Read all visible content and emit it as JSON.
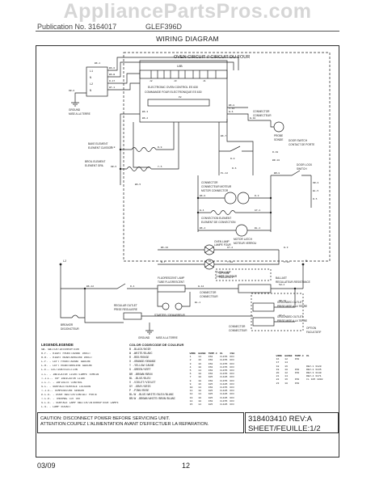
{
  "watermark": "AppliancePartsPros.com",
  "header": {
    "left": "Publication No. 3164017",
    "mid": "GLEF396D"
  },
  "page_title": "WIRING DIAGRAM",
  "oven_circuit_title": "OVEN CIRCUIT // CIRCUIT DU FOUR",
  "control": {
    "label": "UIB",
    "line1": "ELECTRONIC OVEN CONTROL ES 630",
    "line2": "COMMANDE FOUR ELECTRONIQUE ES 630",
    "p_labels": [
      "J2",
      "J3",
      "J1",
      "P2"
    ]
  },
  "terminals": [
    "L1",
    "N",
    "L2",
    "N",
    "L2",
    "N"
  ],
  "wire_labels": [
    "BK-1",
    "BK-6",
    "BK-B",
    "R-17",
    "WT-1",
    "OR-6",
    "BK-3",
    "BK-2",
    "BK-8",
    "W-6",
    "W-10",
    "R-9",
    "Y-5",
    "Y-8",
    "OR-5",
    "BK-5",
    "BK-7",
    "W-8",
    "R-6",
    "BK-9",
    "W-4",
    "GY-1",
    "R-3",
    "BK-4",
    "BL-1",
    "BK-10",
    "GY-2",
    "W-7",
    "Y-10",
    "W-3",
    "P-24",
    "BR-8",
    "OR-3",
    "BL-5",
    "R-5",
    "BR-10",
    "R-19",
    "BK-12",
    "R-4",
    "W-14",
    "V-14",
    "PL-12",
    "SH-4",
    "OR-16",
    "GY-4",
    "BL-1"
  ],
  "components": {
    "ground": [
      "GROUND",
      "MISE A LA TERRE"
    ],
    "bake": [
      "BAKE ELEMENT",
      "ELEMENT CUISSON"
    ],
    "broil": [
      "BROIL ELEMENT",
      "ELEMENT GRIL"
    ],
    "connector": [
      "CONNECTOR",
      "CONNECTEUR"
    ],
    "probe": [
      "PROBE",
      "SONDE"
    ],
    "door_switch": [
      "DOOR SWITCH",
      "CONTACT DE PORTE"
    ],
    "conv_motor": [
      "CONNECTOR",
      "CONNECTEUR MOTEUR",
      "MOTOR CONNECTOR"
    ],
    "conv_element": [
      "CONVECTION ELEMENT",
      "ELEMENT DE CONVECTION"
    ],
    "door_lock_switch": [
      "DOOR LOCK",
      "SWITCH"
    ],
    "motor_latch": [
      "MOTOR LATCH",
      "MOTEUR VERROU"
    ],
    "oven_lamp": [
      "OVEN LAMP",
      "LAMPE FOUR"
    ],
    "oven_lamp2": [
      "OVEN LAMP",
      "LAMPE DU FOUR"
    ],
    "fluor_lamp": [
      "FLUORESCENT LAMP",
      "TUBE FLUORESCENT"
    ],
    "ballast": [
      "BALLAST",
      "REGULATEUR-RESISTANCE"
    ],
    "option": [
      "OPTION",
      "FACULTATIF"
    ],
    "starter": [
      "STARTER / DEMARREUR"
    ],
    "regular_outlet": [
      "REGULAR OUTLET",
      "PRISE REGULIERE"
    ],
    "conn_connecteur": [
      "CONNECTOR",
      "CONNECTEUR"
    ],
    "breaker": [
      "BREAKER",
      "DISJONCTEUR"
    ],
    "bottom_ground": [
      "GROUND",
      "MISE A LA TERRE"
    ],
    "grounded_outlet": [
      "GROUNDED OUTLET",
      "PRISE MISE A LA TERRE"
    ],
    "grounded_outlet2": [
      "GROUNDED OUTLET",
      "PRISE MISE A LA TERRE"
    ],
    "option2": [
      "OPTION",
      "FACULTATIF"
    ],
    "conn_outlets": [
      "CONNECTOR",
      "CONNECTEUR"
    ]
  },
  "legend": {
    "title": "LEGEND/LEGENDE",
    "items": [
      "SW.  SWITCH/INTERRUPTEUR",
      "R.F. - RIGHT FRONT/AVANT DROIT",
      "R.R. - RIGHT REAR/ARRIERE DROIT",
      "L.F. - LEFT FRONT/AVANT GAUCHE",
      "L.R. - LEFT REAR/ARRIERE GAUCHE",
      "L.E.- LECTION/ELECTION",
      "I.L. - INDICATOR LIGHT/LAMPE TEMOIN",
      "T.I.L.- TOP INDICATOR LIGHT",
      "I.C.T. - INFINITE CONTROL",
      "S.C. - SURFACE/SURFACE CUISSON",
      "T.I.S.- TEMPERATURE SENSOR",
      "D.C.S. - DOOR SWITCH/CONTACT PORTE",
      "T.C.O. - THERMAL CUT OUT",
      "S.L.S. - SURFACE LAMP SWITCH/INTERRUPTEUR LAMPE",
      "L.S. - LAMP SOCKET"
    ]
  },
  "colors": {
    "title": "COLOR CODE/CODE DE COULEUR",
    "items": [
      "B -BLACK/NOIR",
      "W -WHITE/BLANC",
      "R -RED/ROUGE",
      "O -ORANGE/ORANGE",
      "Y -YELLOW/JAUNE",
      "G -GREEN/VERT",
      "BR -BROWN/BRUN",
      "BL -BLUE/BLEU",
      "V -VIOLET/VIOLET",
      "GY -GRAY/GRIS",
      "P -PINK/ROSE",
      "BL/W -BLUE/WHITE/BLEU/BLANC",
      "BR/W -BROWN/WHITE/BRUN/BLANC"
    ]
  },
  "wire_table_1": {
    "headers": [
      "WIRE",
      "GAUGE",
      "TEMP.C",
      "UL",
      "CSA"
    ],
    "rows": [
      [
        "1",
        "14",
        "150",
        "CL155",
        "DCC"
      ],
      [
        "2",
        "16",
        "150",
        "CL155",
        "DCC"
      ],
      [
        "3",
        "16",
        "150",
        "CL155",
        "DCC"
      ],
      [
        "4",
        "18",
        "150",
        "CL155",
        "DCC"
      ],
      [
        "5",
        "14",
        "150",
        "CL155",
        "DCC"
      ],
      [
        "6",
        "18",
        "150",
        "CL155",
        "DCC"
      ],
      [
        "7",
        "18",
        "105",
        "CL105",
        "DCC"
      ],
      [
        "8",
        "18",
        "150",
        "CL155",
        "DCC"
      ],
      [
        "9",
        "16",
        "105",
        "CL105",
        "DCC"
      ],
      [
        "10",
        "14",
        "150",
        "CL155",
        "DCC"
      ],
      [
        "11",
        "18",
        "105",
        "CL105",
        "DCC"
      ],
      [
        "12",
        "14",
        "105",
        "CL105",
        "DCC"
      ],
      [
        "13",
        "18",
        "105",
        "CL105",
        "DCC"
      ],
      [
        "14",
        "18",
        "150",
        "CL155",
        "DCC"
      ],
      [
        "15",
        "14",
        "105",
        "CL105",
        "DCC"
      ]
    ]
  },
  "wire_table_2": {
    "headers": [
      "WIRE",
      "GAUGE",
      "TEMP.C",
      "UL"
    ],
    "rows": [
      [
        "16",
        "12",
        "150",
        ""
      ],
      [
        "17",
        "14",
        "",
        ""
      ],
      [
        "18",
        "16",
        "",
        "REV-1 3120"
      ],
      [
        "19",
        "18",
        "150",
        "REV-2 3135"
      ],
      [
        "20",
        "12",
        "150",
        "REV-3 3140"
      ],
      [
        "21",
        "14",
        "",
        "REV-4 3171"
      ],
      [
        "22",
        "16",
        "150",
        "CL 105 1002"
      ],
      [
        "23",
        "18",
        "150",
        ""
      ]
    ]
  },
  "caution": {
    "line1": "CAUTION: DISCONNECT POWER BEFORE SERVICING UNIT.",
    "line2": "ATTENTION:COUPEZ L'ALIMENTATION AVANT D'EFFECTUER LA REPARATION."
  },
  "part": {
    "number": "318403410 REV:A",
    "sheet": "SHEET/FEUILLE:1/2"
  },
  "footer": {
    "date": "03/09",
    "page": "12"
  }
}
